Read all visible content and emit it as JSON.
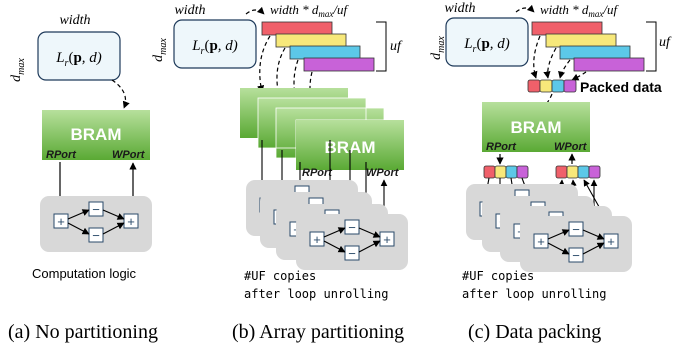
{
  "labels": {
    "width": "width",
    "dmax": "d",
    "dmax_sub": "max",
    "width_times": "width * d",
    "width_times_tail": "/uf",
    "uf": "uf",
    "lr_main": "L",
    "lr_sub": "r",
    "lr_args_open": "(",
    "lr_p": "p",
    "lr_args_rest": ", d)",
    "bram": "BRAM",
    "rport": "RPort",
    "wport": "WPort",
    "packed": "Packed data",
    "comp_logic": "Computation logic",
    "uf_copies": "#UF copies",
    "after_unroll": "after loop unrolling",
    "op_plus": "+",
    "op_minus": "−"
  },
  "captions": {
    "a": "(a) No partitioning",
    "b": "(b) Array partitioning",
    "c": "(c) Data packing"
  },
  "colors": {
    "bram_top": "#a9d78c",
    "bram_bottom": "#5fae3a",
    "bar_red": "#f0606a",
    "bar_yellow": "#f7e87a",
    "bar_cyan": "#5cc8e8",
    "bar_purple": "#c862d8",
    "logic_bg": "#d6d6d6",
    "lr_fill": "#eef7fb"
  }
}
